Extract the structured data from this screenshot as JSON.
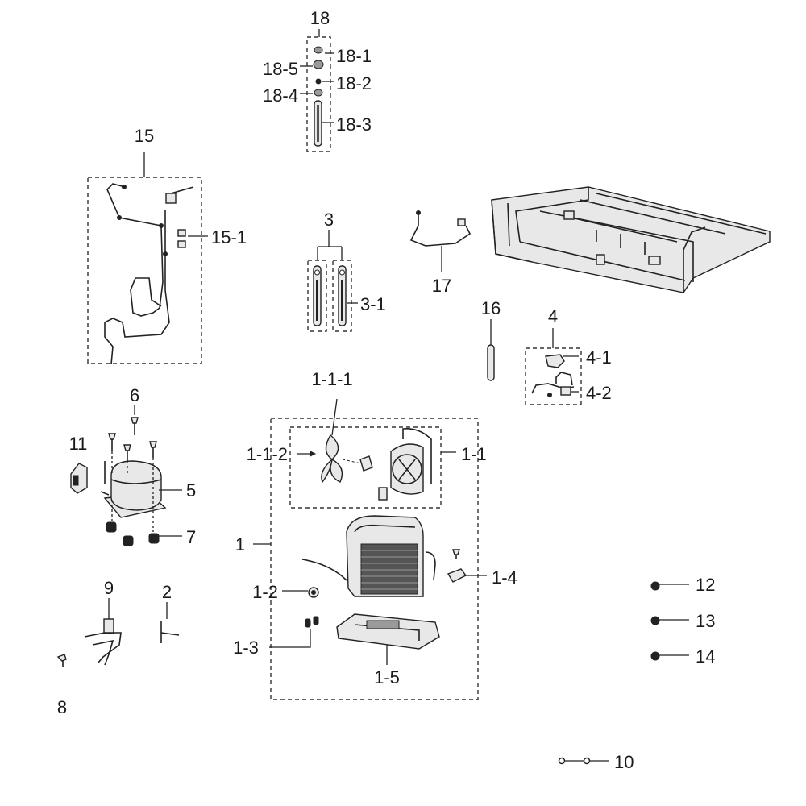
{
  "diagram": {
    "labels": {
      "p18": "18",
      "p18_1": "18-1",
      "p18_2": "18-2",
      "p18_3": "18-3",
      "p18_4": "18-4",
      "p18_5": "18-5",
      "p15": "15",
      "p15_1": "15-1",
      "p3": "3",
      "p3_1": "3-1",
      "p17": "17",
      "p16": "16",
      "p4": "4",
      "p4_1": "4-1",
      "p4_2": "4-2",
      "p6": "6",
      "p11": "11",
      "p5": "5",
      "p7": "7",
      "p1_1_1": "1-1-1",
      "p1_1_2": "1-1-2",
      "p1_1": "1-1",
      "p1": "1",
      "p1_2": "1-2",
      "p1_3": "1-3",
      "p1_4": "1-4",
      "p1_5": "1-5",
      "p9": "9",
      "p2": "2",
      "p8": "8",
      "p12": "12",
      "p13": "13",
      "p14": "14",
      "p10": "10"
    }
  }
}
